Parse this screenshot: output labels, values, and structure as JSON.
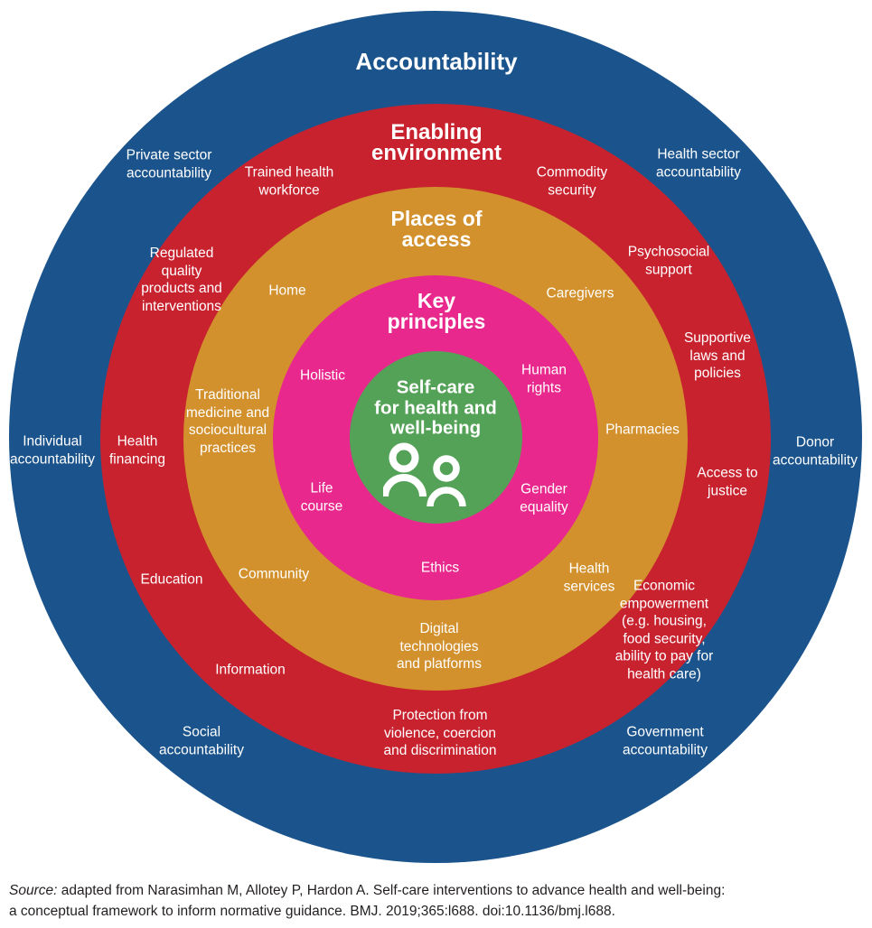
{
  "diagram": {
    "rings": {
      "accountability": {
        "title": "Accountability",
        "labels": {
          "private_sector": "Private sector\naccountability",
          "health_sector": "Health sector\naccountability",
          "individual": "Individual\naccountability",
          "donor": "Donor\naccountability",
          "social": "Social\naccountability",
          "government": "Government\naccountability"
        }
      },
      "enabling_environment": {
        "title": "Enabling\nenvironment",
        "labels": {
          "trained_health_workforce": "Trained health\nworkforce",
          "commodity_security": "Commodity\nsecurity",
          "regulated_quality": "Regulated\nquality\nproducts and\ninterventions",
          "psychosocial_support": "Psychosocial\nsupport",
          "supportive_laws": "Supportive\nlaws and\npolicies",
          "health_financing": "Health\nfinancing",
          "access_to_justice": "Access to\njustice",
          "education": "Education",
          "economic_empowerment": "Economic\nempowerment\n(e.g. housing,\nfood security,\nability to pay for\nhealth care)",
          "information": "Information",
          "protection": "Protection from\nviolence, coercion\nand discrimination"
        }
      },
      "places_of_access": {
        "title": "Places of\naccess",
        "labels": {
          "home": "Home",
          "caregivers": "Caregivers",
          "traditional_medicine": "Traditional\nmedicine and\nsociocultural\npractices",
          "pharmacies": "Pharmacies",
          "community": "Community",
          "health_services": "Health\nservices",
          "digital_technologies": "Digital\ntechnologies\nand platforms"
        }
      },
      "key_principles": {
        "title": "Key\nprinciples",
        "labels": {
          "holistic": "Holistic",
          "human_rights": "Human\nrights",
          "life_course": "Life\ncourse",
          "gender_equality": "Gender\nequality",
          "ethics": "Ethics"
        }
      },
      "core": {
        "title": "Self-care\nfor health and\nwell-being",
        "icon": "two-people-icon"
      }
    }
  },
  "colors": {
    "accountability_ring": "#1b548c",
    "enabling_environment_ring": "#c8222f",
    "places_of_access_ring": "#d2912d",
    "key_principles_ring": "#e8288c",
    "core_circle": "#54a257",
    "label_text": "#ffffff",
    "footer_text": "#231f20",
    "background": "#ffffff"
  },
  "footer": {
    "source_label": "Source:",
    "line1": " adapted from Narasimhan M, Allotey P, Hardon A. Self-care interventions to advance health and well-being:",
    "line2": "a conceptual framework to inform normative guidance. BMJ. 2019;365:l688. doi:10.1136/bmj.l688."
  }
}
